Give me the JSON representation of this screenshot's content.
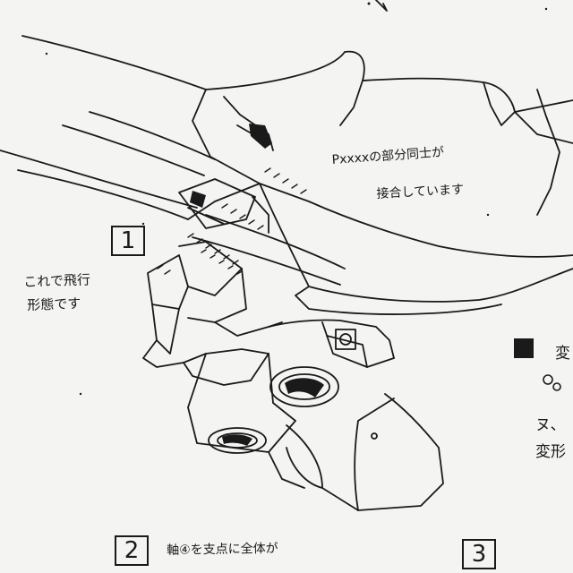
{
  "steps": [
    {
      "number": "1"
    },
    {
      "number": "2"
    },
    {
      "number": "3"
    }
  ],
  "notes": {
    "parts_overlap_line1": "Pxxxxの部分同士が",
    "parts_overlap_line2": "接合しています",
    "flight_form_line1": "これで飛行",
    "flight_form_line2": "形態です",
    "step2_note": "軸④を支点に全体が",
    "side_line1": "変",
    "side_line2": "ヌ、",
    "side_line3": "変形"
  },
  "colors": {
    "ink": "#1a1a1a",
    "paper": "#f4f4f2"
  }
}
